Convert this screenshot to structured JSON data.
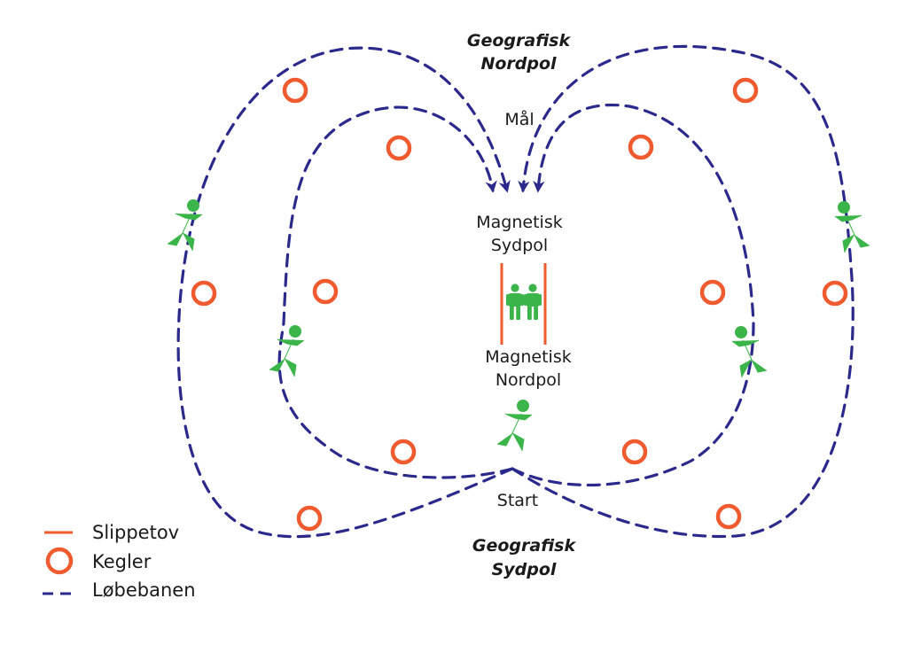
{
  "labels": {
    "geo_north_1": "Geografisk",
    "geo_north_2": "Nordpol",
    "goal": "Mål",
    "mag_south_1": "Magnetisk",
    "mag_south_2": "Sydpol",
    "mag_north_1": "Magnetisk",
    "mag_north_2": "Nordpol",
    "start": "Start",
    "geo_south_1": "Geografisk",
    "geo_south_2": "Sydpol"
  },
  "legend": {
    "rope": "Slippetov",
    "cones": "Kegler",
    "track": "Løbebanen"
  },
  "colors": {
    "track": "#2b2a8c",
    "cone": "#ef5a2e",
    "rope": "#ef5a2e",
    "runner": "#3bb54a"
  },
  "icons": {
    "runner": "running-person-icon",
    "pair": "standing-pair-icon",
    "cone": "cone-circle-icon",
    "arrow": "arrow-down-icon"
  }
}
